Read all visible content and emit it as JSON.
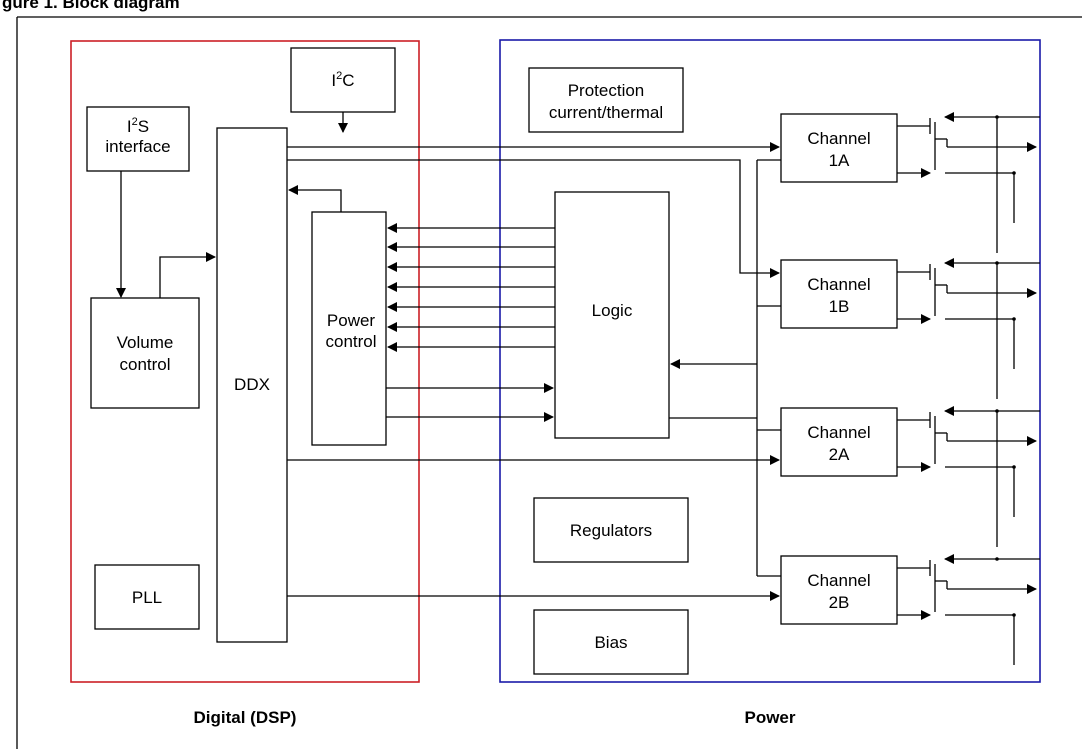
{
  "figure_title": "gure 1.      Block diagram",
  "regions": {
    "digital": {
      "label": "Digital (DSP)",
      "color": "#cc1f26"
    },
    "power": {
      "label": "Power",
      "color": "#1a1aa8"
    }
  },
  "blocks": {
    "i2c": {
      "base": "I",
      "sup": "2",
      "rest": "C"
    },
    "i2s": {
      "base": "I",
      "sup": "2",
      "rest": "S",
      "line2": "interface"
    },
    "ddx": "DDX",
    "volume": [
      "Volume",
      "control"
    ],
    "pll": "PLL",
    "power_control": [
      "Power",
      "control"
    ],
    "protection": [
      "Protection",
      "current/thermal"
    ],
    "logic": "Logic",
    "regulators": "Regulators",
    "bias": "Bias",
    "ch1a": [
      "Channel",
      "1A"
    ],
    "ch1b": [
      "Channel",
      "1B"
    ],
    "ch2a": [
      "Channel",
      "2A"
    ],
    "ch2b": [
      "Channel",
      "2B"
    ]
  }
}
